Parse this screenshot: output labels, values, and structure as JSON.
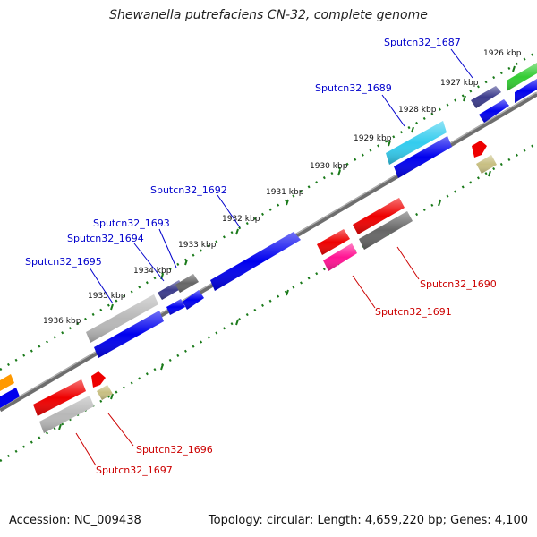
{
  "title": "Shewanella putrefaciens CN-32, complete genome",
  "footer": {
    "accession": "Accession: NC_009438",
    "summary": "Topology: circular; Length: 4,659,220 bp; Genes: 4,100"
  },
  "colors": {
    "forward_label": "#0000cc",
    "reverse_label": "#cc0000",
    "backbone": "#777777",
    "tick": "#1a7a1a"
  },
  "kbp_labels": [
    "1926 kbp",
    "1927 kbp",
    "1928 kbp",
    "1929 kbp",
    "1930 kbp",
    "1931 kbp",
    "1932 kbp",
    "1933 kbp",
    "1934 kbp",
    "1935 kbp",
    "1936 kbp"
  ],
  "gene_labels": [
    {
      "text": "Sputcn32_1687",
      "strand": "forward"
    },
    {
      "text": "Sputcn32_1689",
      "strand": "forward"
    },
    {
      "text": "Sputcn32_1692",
      "strand": "forward"
    },
    {
      "text": "Sputcn32_1693",
      "strand": "forward"
    },
    {
      "text": "Sputcn32_1694",
      "strand": "forward"
    },
    {
      "text": "Sputcn32_1695",
      "strand": "forward"
    },
    {
      "text": "Sputcn32_1690",
      "strand": "reverse"
    },
    {
      "text": "Sputcn32_1691",
      "strand": "reverse"
    },
    {
      "text": "Sputcn32_1696",
      "strand": "reverse"
    },
    {
      "text": "Sputcn32_1697",
      "strand": "reverse"
    }
  ]
}
